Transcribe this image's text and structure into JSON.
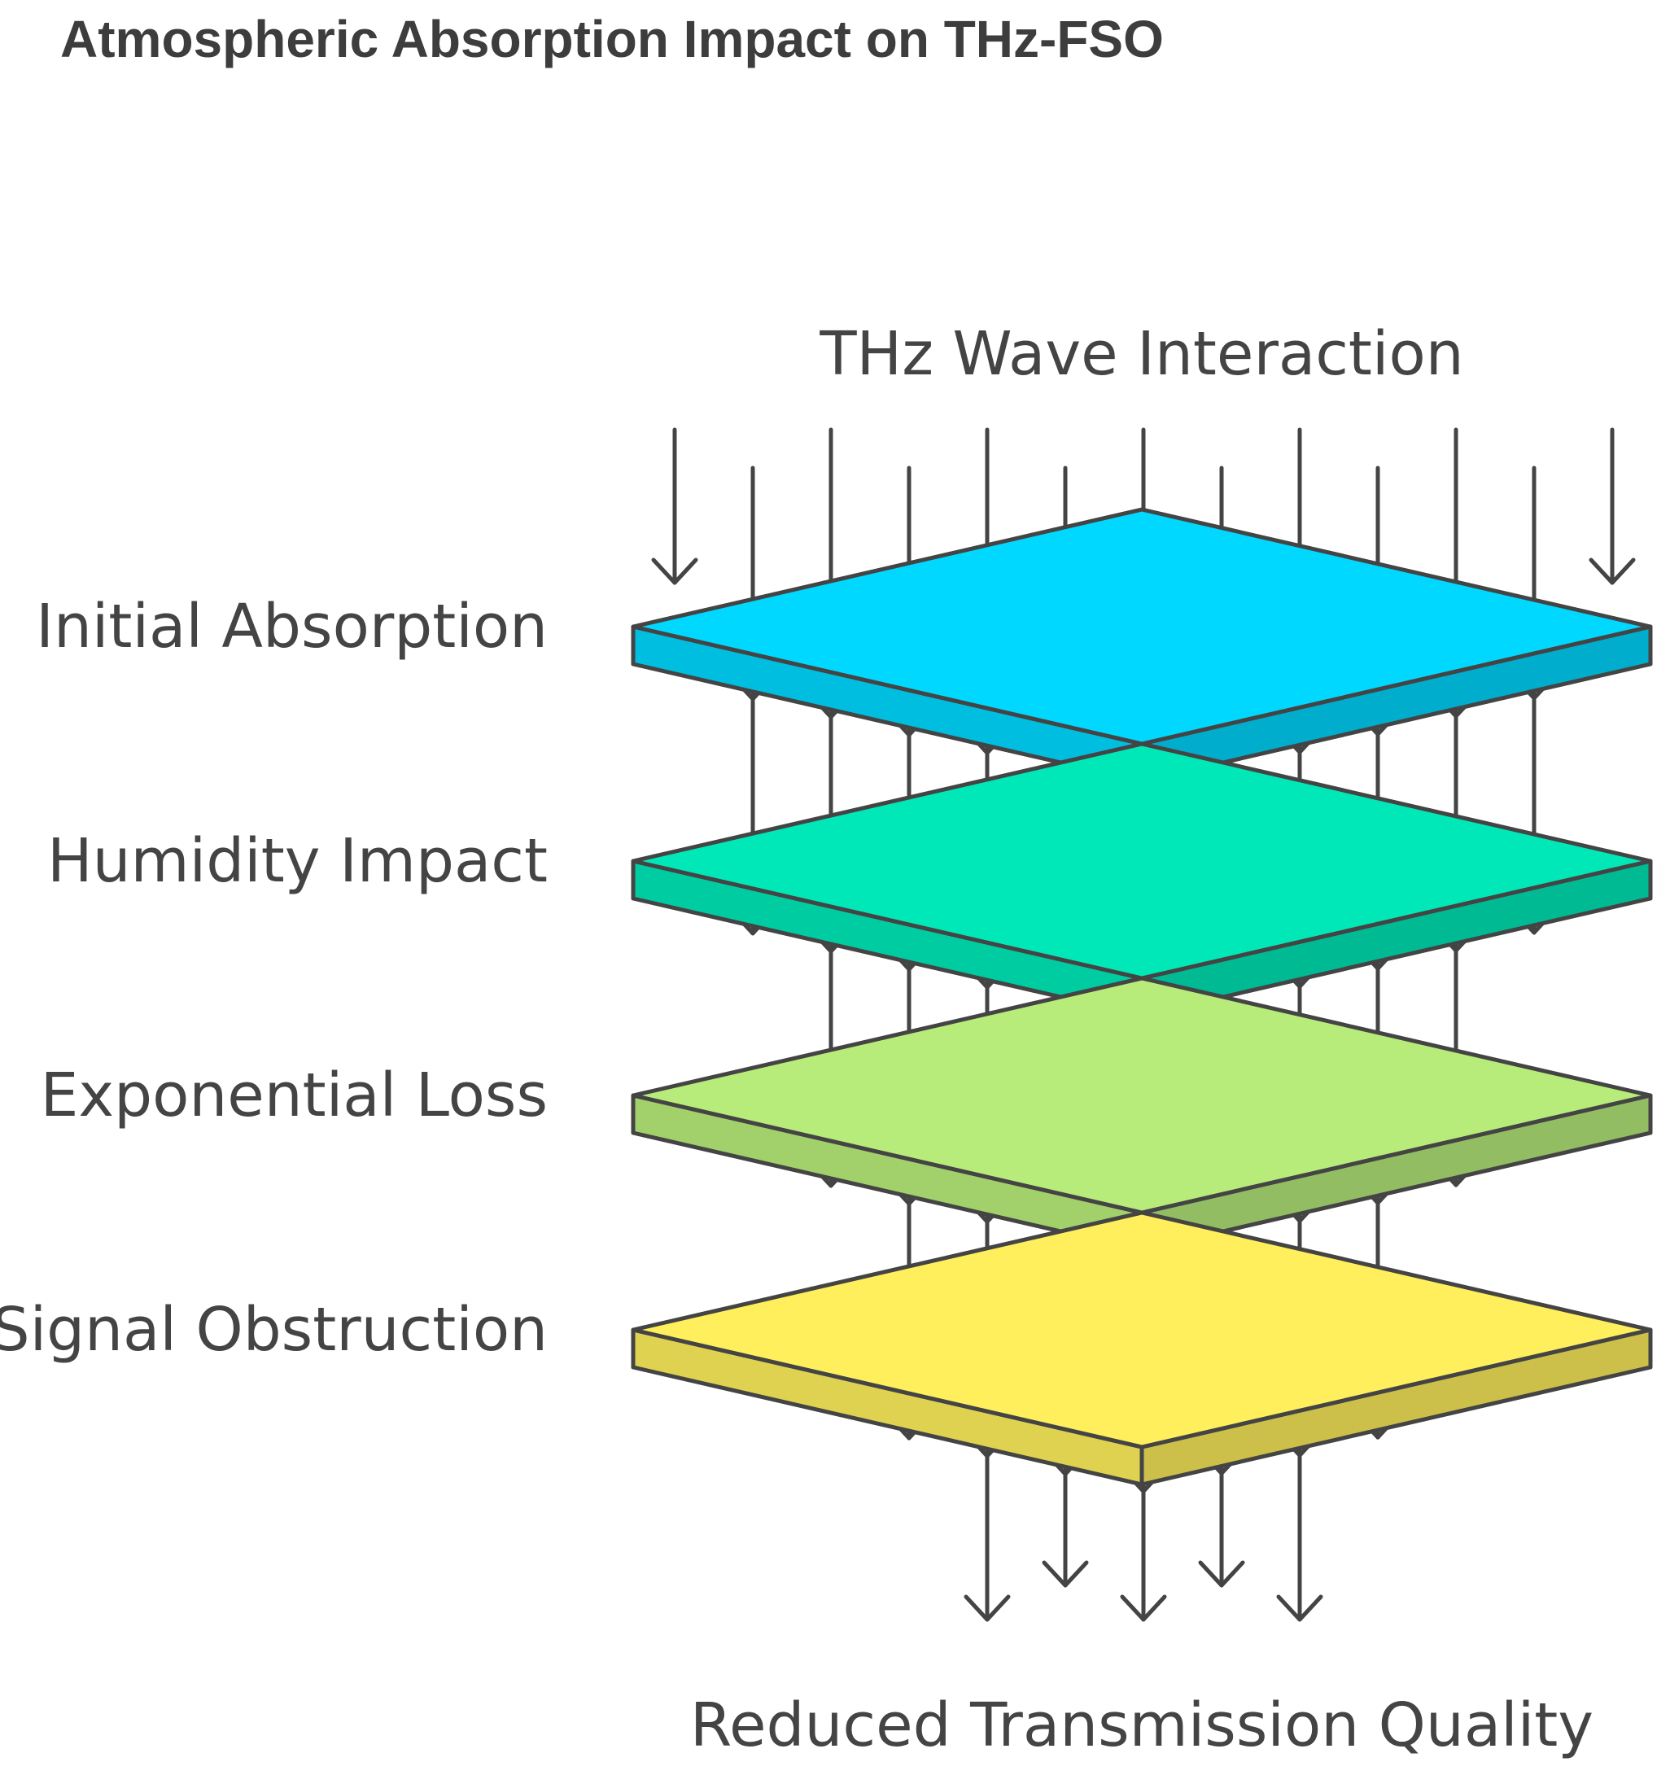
{
  "title": "Atmospheric Absorption Impact on THz-FSO",
  "top_label": "THz Wave Interaction",
  "bottom_label": "Reduced Transmission Quality",
  "layers": [
    {
      "label": "Initial Absorption",
      "color": "#00D8FF"
    },
    {
      "label": "Humidity Impact",
      "color": "#00E8B8"
    },
    {
      "label": "Exponential Loss",
      "color": "#B8EC7A"
    },
    {
      "label": "Signal Obstruction",
      "color": "#FFEF5C"
    }
  ],
  "colors": {
    "stroke": "#444444",
    "text": "#444444",
    "title": "#3d3d3d"
  }
}
